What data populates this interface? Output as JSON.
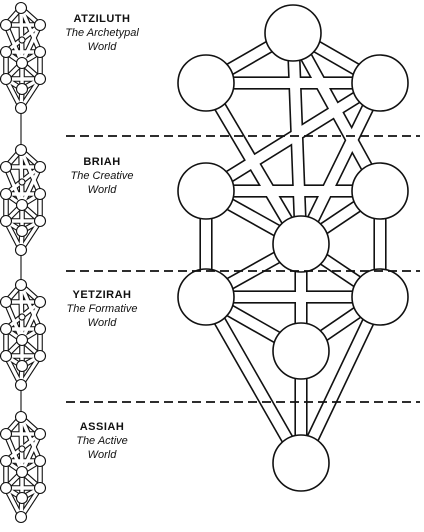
{
  "worlds": [
    {
      "name": "ATZILUTH",
      "subtitle_line1": "The Archetypal",
      "subtitle_line2": "World"
    },
    {
      "name": "BRIAH",
      "subtitle_line1": "The Creative",
      "subtitle_line2": "World"
    },
    {
      "name": "YETZIRAH",
      "subtitle_line1": "The Formative",
      "subtitle_line2": "World"
    },
    {
      "name": "ASSIAH",
      "subtitle_line1": "The Active",
      "subtitle_line2": "World"
    }
  ],
  "colors": {
    "ink": "#111111",
    "background": "#ffffff"
  }
}
